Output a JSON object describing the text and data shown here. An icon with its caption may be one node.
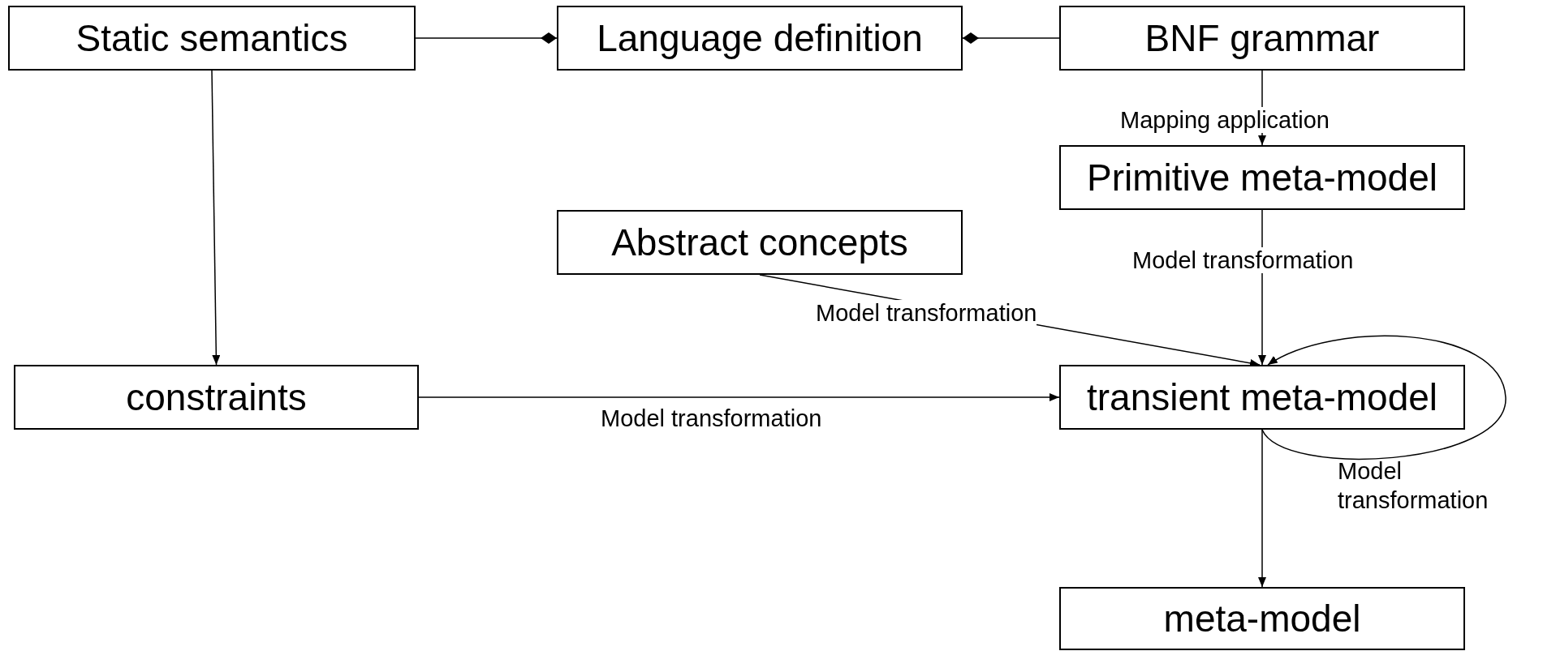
{
  "diagram": {
    "nodes": [
      {
        "text": [
          "Static semantics"
        ]
      },
      {
        "text": [
          "Language definition"
        ]
      },
      {
        "text": [
          "BNF grammar"
        ]
      },
      {
        "text": [
          "Primitive meta-model"
        ]
      },
      {
        "text": [
          "Abstract concepts"
        ]
      },
      {
        "text": [
          "constraints"
        ]
      },
      {
        "text": [
          "transient meta-model"
        ]
      },
      {
        "text": [
          "meta-model"
        ]
      }
    ],
    "edges": [
      {
        "from": 0,
        "to": 1,
        "arrow": "other"
      },
      {
        "from": 2,
        "to": 1,
        "arrow": "other"
      },
      {
        "from": 2,
        "to": 3,
        "arrow": "to",
        "label": "Mapping application"
      },
      {
        "from": 3,
        "to": 6,
        "arrow": "to",
        "label": "Model transformation"
      },
      {
        "from": 4,
        "to": 6,
        "arrow": "to",
        "label": "Model transformation"
      },
      {
        "from": 0,
        "to": 5,
        "arrow": "to"
      },
      {
        "from": 5,
        "to": 6,
        "arrow": "to",
        "label": "Model transformation"
      },
      {
        "from": 6,
        "to": 6,
        "arrow": "to",
        "label": "Model transformation"
      },
      {
        "from": 6,
        "to": 7,
        "arrow": "to"
      }
    ]
  }
}
